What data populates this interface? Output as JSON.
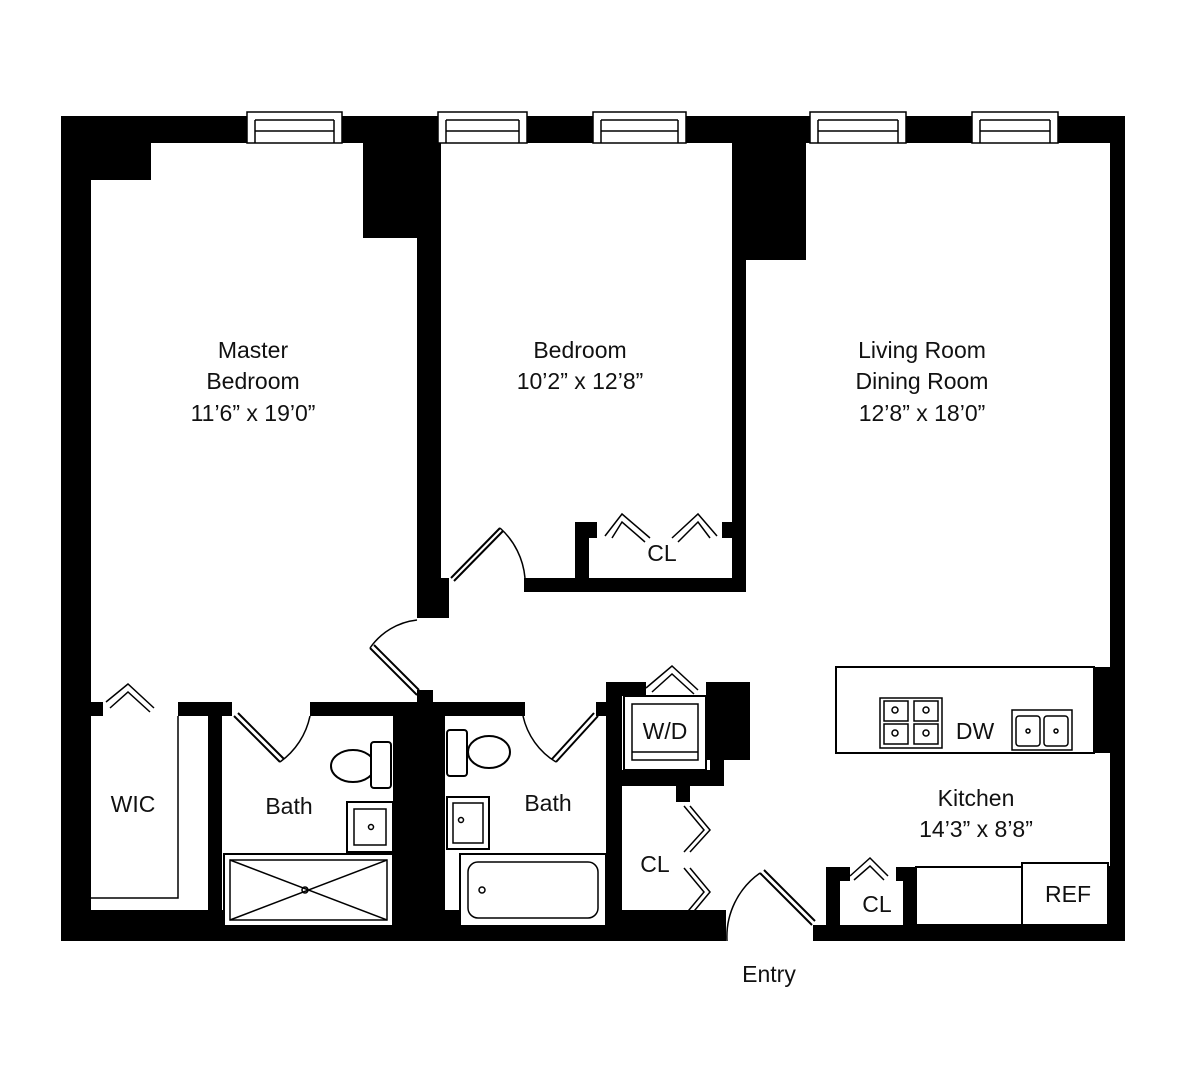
{
  "rooms": {
    "master_bedroom": {
      "name_line1": "Master",
      "name_line2": "Bedroom",
      "dimensions": "11’6” x 19’0”"
    },
    "bedroom": {
      "name": "Bedroom",
      "dimensions": "10’2” x 12’8”"
    },
    "living_dining": {
      "name_line1": "Living Room",
      "name_line2": "Dining Room",
      "dimensions": "12’8” x 18’0”"
    },
    "kitchen": {
      "name": "Kitchen",
      "dimensions": "14’3” x 8’8”"
    },
    "wic": {
      "name": "WIC"
    },
    "bath_master": {
      "name": "Bath"
    },
    "bath_second": {
      "name": "Bath"
    },
    "closet_bedroom": {
      "name": "CL"
    },
    "closet_hall": {
      "name": "CL"
    },
    "closet_kitchen": {
      "name": "CL"
    },
    "washer_dryer": {
      "name": "W/D"
    }
  },
  "appliances": {
    "dishwasher": "DW",
    "refrigerator": "REF"
  },
  "entry": {
    "label": "Entry"
  },
  "colors": {
    "wall": "#000000",
    "background": "#ffffff"
  }
}
